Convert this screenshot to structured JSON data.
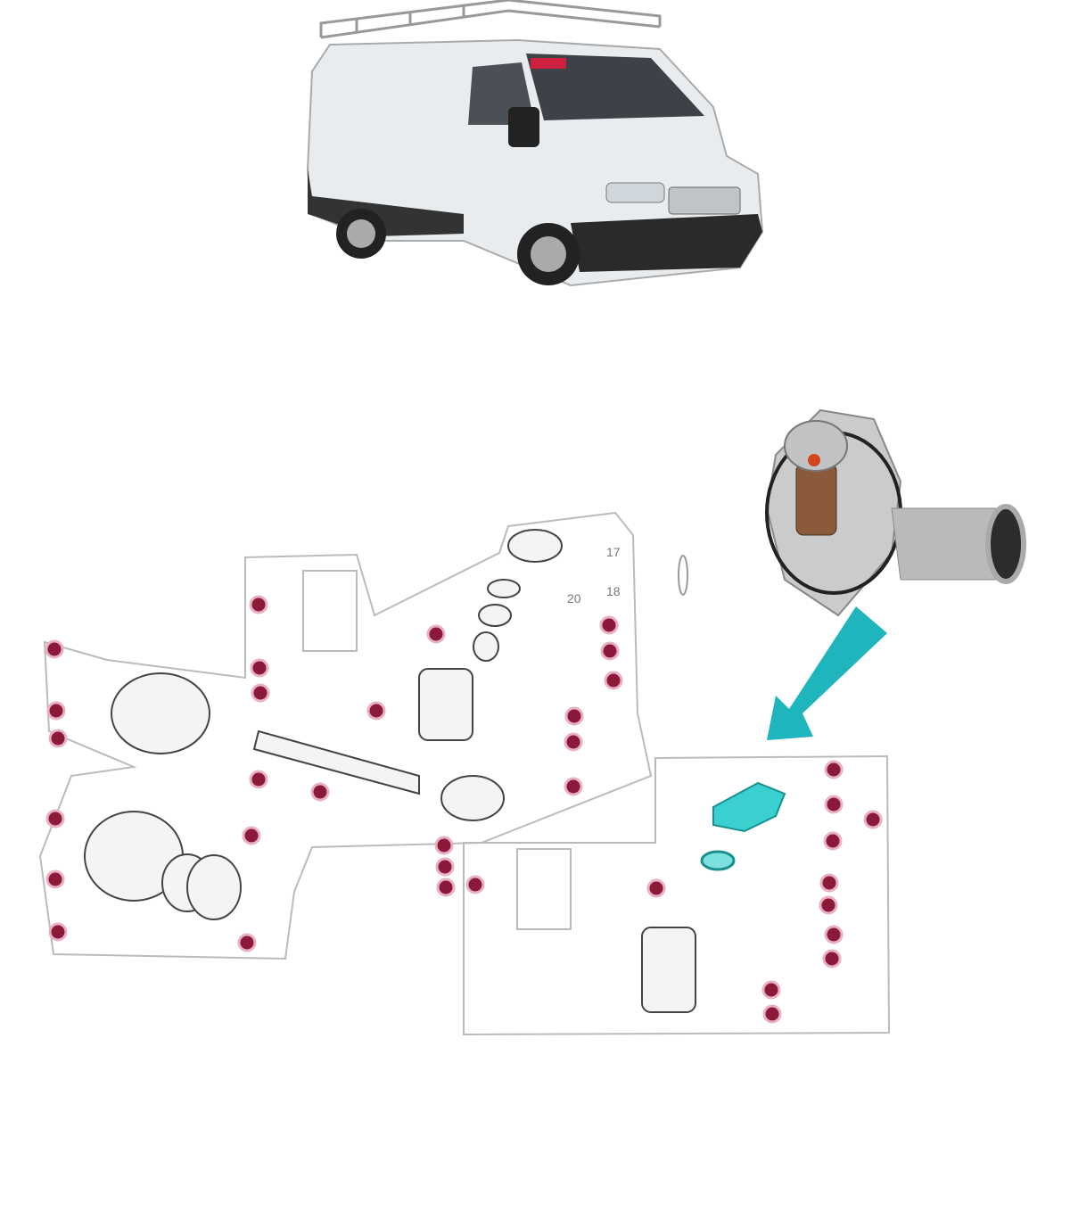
{
  "diagram": {
    "callout_labels": [
      "17",
      "18",
      "20"
    ]
  },
  "colors": {
    "highlight": "#2ec4c4",
    "marker": "#8b1a3a",
    "arrow": "#1fb5bd"
  }
}
